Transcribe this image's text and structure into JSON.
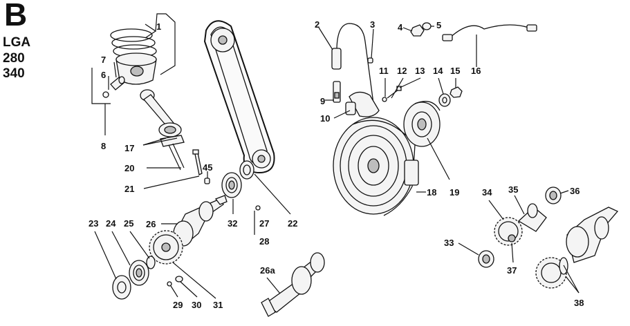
{
  "header": {
    "letter": "B",
    "model": "LGA",
    "variant_1": "280",
    "variant_2": "340"
  },
  "callouts": [
    "1",
    "2",
    "3",
    "4",
    "5",
    "6",
    "7",
    "8",
    "9",
    "10",
    "11",
    "12",
    "13",
    "14",
    "15",
    "16",
    "17",
    "18",
    "19",
    "20",
    "21",
    "22",
    "23",
    "24",
    "25",
    "26",
    "26a",
    "27",
    "28",
    "29",
    "30",
    "31",
    "32",
    "33",
    "34",
    "35",
    "36",
    "37",
    "38",
    "45"
  ]
}
